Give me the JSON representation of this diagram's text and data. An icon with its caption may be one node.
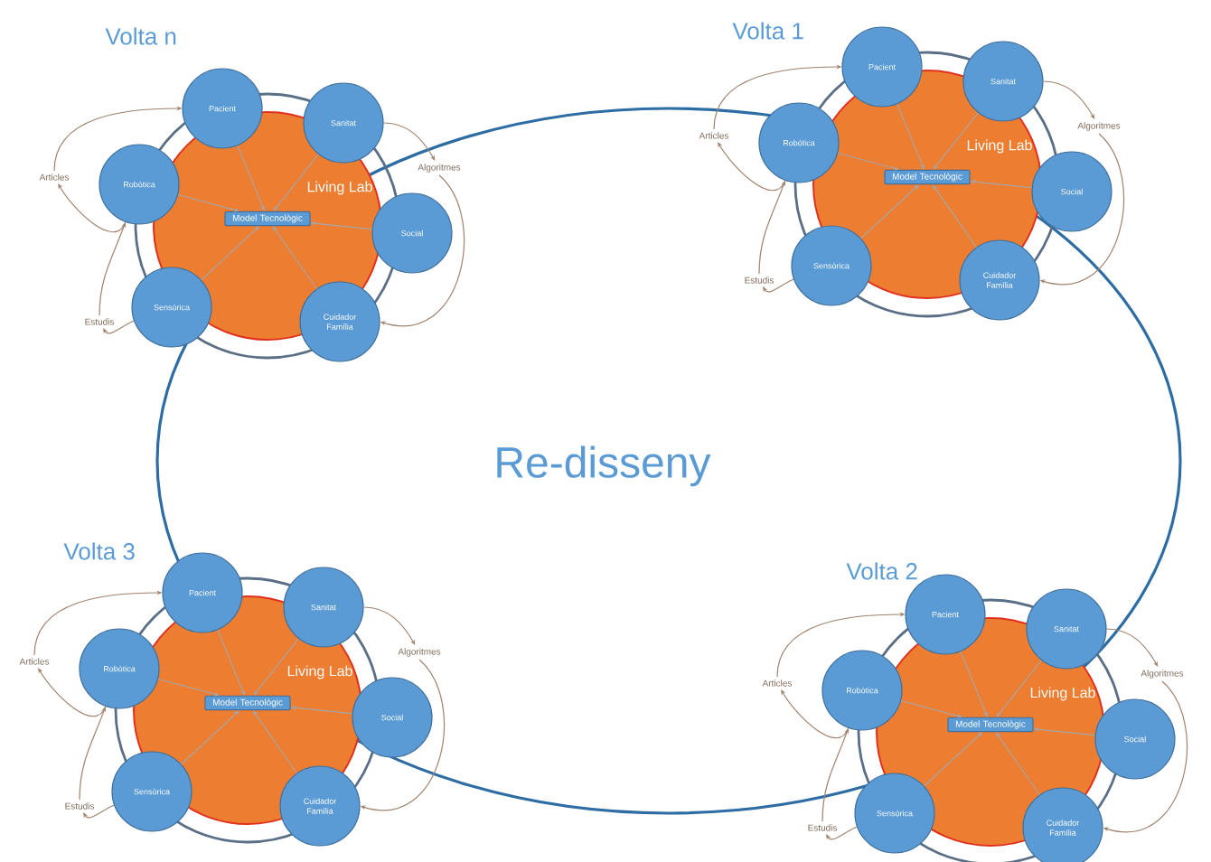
{
  "diagram": {
    "nodes": [
      {
        "text": [
          "Living Lab"
        ]
      },
      {
        "text": [
          "Model Tecnològic"
        ],
        "in": 0
      },
      {
        "text": [
          "Pacient"
        ]
      },
      {
        "text": [
          "Sanitat"
        ]
      },
      {
        "text": [
          "Robòtica"
        ]
      },
      {
        "text": [
          "Social"
        ]
      },
      {
        "text": [
          "Sensòrica"
        ]
      },
      {
        "text": [
          "Cuidador Família"
        ]
      },
      {
        "text": [
          "Articles"
        ]
      },
      {
        "text": [
          "Algoritmes"
        ]
      },
      {
        "text": [
          "Estudis"
        ]
      },
      {
        "text": [
          "Living Lab"
        ]
      },
      {
        "text": [
          "Model Tecnològic"
        ],
        "in": 11
      },
      {
        "text": [
          "Pacient"
        ]
      },
      {
        "text": [
          "Sanitat"
        ]
      },
      {
        "text": [
          "Robòtica"
        ]
      },
      {
        "text": [
          "Social"
        ]
      },
      {
        "text": [
          "Sensòrica"
        ]
      },
      {
        "text": [
          "Cuidador Família"
        ]
      },
      {
        "text": [
          "Articles"
        ]
      },
      {
        "text": [
          "Algoritmes"
        ]
      },
      {
        "text": [
          "Estudis"
        ]
      },
      {
        "text": [
          "Living Lab"
        ]
      },
      {
        "text": [
          "Model Tecnològic"
        ],
        "in": 22
      },
      {
        "text": [
          "Pacient"
        ]
      },
      {
        "text": [
          "Sanitat"
        ]
      },
      {
        "text": [
          "Robòtica"
        ]
      },
      {
        "text": [
          "Social"
        ]
      },
      {
        "text": [
          "Sensòrica"
        ]
      },
      {
        "text": [
          "Cuidador Família"
        ]
      },
      {
        "text": [
          "Articles"
        ]
      },
      {
        "text": [
          "Algoritmes"
        ]
      },
      {
        "text": [
          "Estudis"
        ]
      },
      {
        "text": [
          "Living Lab"
        ]
      },
      {
        "text": [
          "Model Tecnològic"
        ],
        "in": 33
      },
      {
        "text": [
          "Pacient"
        ]
      },
      {
        "text": [
          "Sanitat"
        ]
      },
      {
        "text": [
          "Robòtica"
        ]
      },
      {
        "text": [
          "Social"
        ]
      },
      {
        "text": [
          "Sensòrica"
        ]
      },
      {
        "text": [
          "Cuidador Família"
        ]
      },
      {
        "text": [
          "Articles"
        ]
      },
      {
        "text": [
          "Algoritmes"
        ]
      },
      {
        "text": [
          "Estudis"
        ]
      }
    ],
    "edges": [
      {
        "from": 2,
        "to": 1,
        "arrow": "to",
        "color": "#a6a6a6"
      },
      {
        "from": 3,
        "to": 1,
        "arrow": "to",
        "color": "#a6a6a6"
      },
      {
        "from": 4,
        "to": 1,
        "arrow": "to",
        "color": "#a6a6a6"
      },
      {
        "from": 5,
        "to": 1,
        "arrow": "to",
        "color": "#a6a6a6"
      },
      {
        "from": 6,
        "to": 1,
        "arrow": "to",
        "color": "#a6a6a6"
      },
      {
        "from": 7,
        "to": 1,
        "arrow": "to",
        "color": "#a6a6a6"
      },
      {
        "from": 4,
        "to": 8,
        "arrow": "to",
        "color": "#a0826d"
      },
      {
        "from": 8,
        "to": 2,
        "arrow": "to",
        "color": "#a0826d"
      },
      {
        "from": 6,
        "to": 10,
        "arrow": "to",
        "color": "#a0826d"
      },
      {
        "from": 10,
        "to": 4,
        "arrow": "to",
        "color": "#a0826d"
      },
      {
        "from": 3,
        "to": 9,
        "arrow": "to",
        "color": "#a0826d"
      },
      {
        "from": 9,
        "to": 7,
        "arrow": "to",
        "color": "#a0826d"
      },
      {
        "from": 13,
        "to": 12,
        "arrow": "to",
        "color": "#a6a6a6"
      },
      {
        "from": 14,
        "to": 12,
        "arrow": "to",
        "color": "#a6a6a6"
      },
      {
        "from": 15,
        "to": 12,
        "arrow": "to",
        "color": "#a6a6a6"
      },
      {
        "from": 16,
        "to": 12,
        "arrow": "to",
        "color": "#a6a6a6"
      },
      {
        "from": 17,
        "to": 12,
        "arrow": "to",
        "color": "#a6a6a6"
      },
      {
        "from": 18,
        "to": 12,
        "arrow": "to",
        "color": "#a6a6a6"
      },
      {
        "from": 15,
        "to": 19,
        "arrow": "to",
        "color": "#a0826d"
      },
      {
        "from": 19,
        "to": 13,
        "arrow": "to",
        "color": "#a0826d"
      },
      {
        "from": 17,
        "to": 21,
        "arrow": "to",
        "color": "#a0826d"
      },
      {
        "from": 21,
        "to": 15,
        "arrow": "to",
        "color": "#a0826d"
      },
      {
        "from": 14,
        "to": 20,
        "arrow": "to",
        "color": "#a0826d"
      },
      {
        "from": 20,
        "to": 18,
        "arrow": "to",
        "color": "#a0826d"
      },
      {
        "from": 24,
        "to": 23,
        "arrow": "to",
        "color": "#a6a6a6"
      },
      {
        "from": 25,
        "to": 23,
        "arrow": "to",
        "color": "#a6a6a6"
      },
      {
        "from": 26,
        "to": 23,
        "arrow": "to",
        "color": "#a6a6a6"
      },
      {
        "from": 27,
        "to": 23,
        "arrow": "to",
        "color": "#a6a6a6"
      },
      {
        "from": 28,
        "to": 23,
        "arrow": "to",
        "color": "#a6a6a6"
      },
      {
        "from": 29,
        "to": 23,
        "arrow": "to",
        "color": "#a6a6a6"
      },
      {
        "from": 26,
        "to": 30,
        "arrow": "to",
        "color": "#a0826d"
      },
      {
        "from": 30,
        "to": 24,
        "arrow": "to",
        "color": "#a0826d"
      },
      {
        "from": 28,
        "to": 32,
        "arrow": "to",
        "color": "#a0826d"
      },
      {
        "from": 32,
        "to": 26,
        "arrow": "to",
        "color": "#a0826d"
      },
      {
        "from": 25,
        "to": 31,
        "arrow": "to",
        "color": "#a0826d"
      },
      {
        "from": 31,
        "to": 29,
        "arrow": "to",
        "color": "#a0826d"
      },
      {
        "from": 35,
        "to": 34,
        "arrow": "to",
        "color": "#a6a6a6"
      },
      {
        "from": 36,
        "to": 34,
        "arrow": "to",
        "color": "#a6a6a6"
      },
      {
        "from": 37,
        "to": 34,
        "arrow": "to",
        "color": "#a6a6a6"
      },
      {
        "from": 38,
        "to": 34,
        "arrow": "to",
        "color": "#a6a6a6"
      },
      {
        "from": 39,
        "to": 34,
        "arrow": "to",
        "color": "#a6a6a6"
      },
      {
        "from": 40,
        "to": 34,
        "arrow": "to",
        "color": "#a6a6a6"
      },
      {
        "from": 37,
        "to": 41,
        "arrow": "to",
        "color": "#a0826d"
      },
      {
        "from": 41,
        "to": 35,
        "arrow": "to",
        "color": "#a0826d"
      },
      {
        "from": 39,
        "to": 43,
        "arrow": "to",
        "color": "#a0826d"
      },
      {
        "from": 43,
        "to": 37,
        "arrow": "to",
        "color": "#a0826d"
      },
      {
        "from": 36,
        "to": 42,
        "arrow": "to",
        "color": "#a0826d"
      },
      {
        "from": 42,
        "to": 40,
        "arrow": "to",
        "color": "#a0826d"
      }
    ],
    "labels": [
      "Volta n",
      "Volta 1",
      "Re-disseny",
      "Volta 3",
      "Volta 2"
    ]
  }
}
